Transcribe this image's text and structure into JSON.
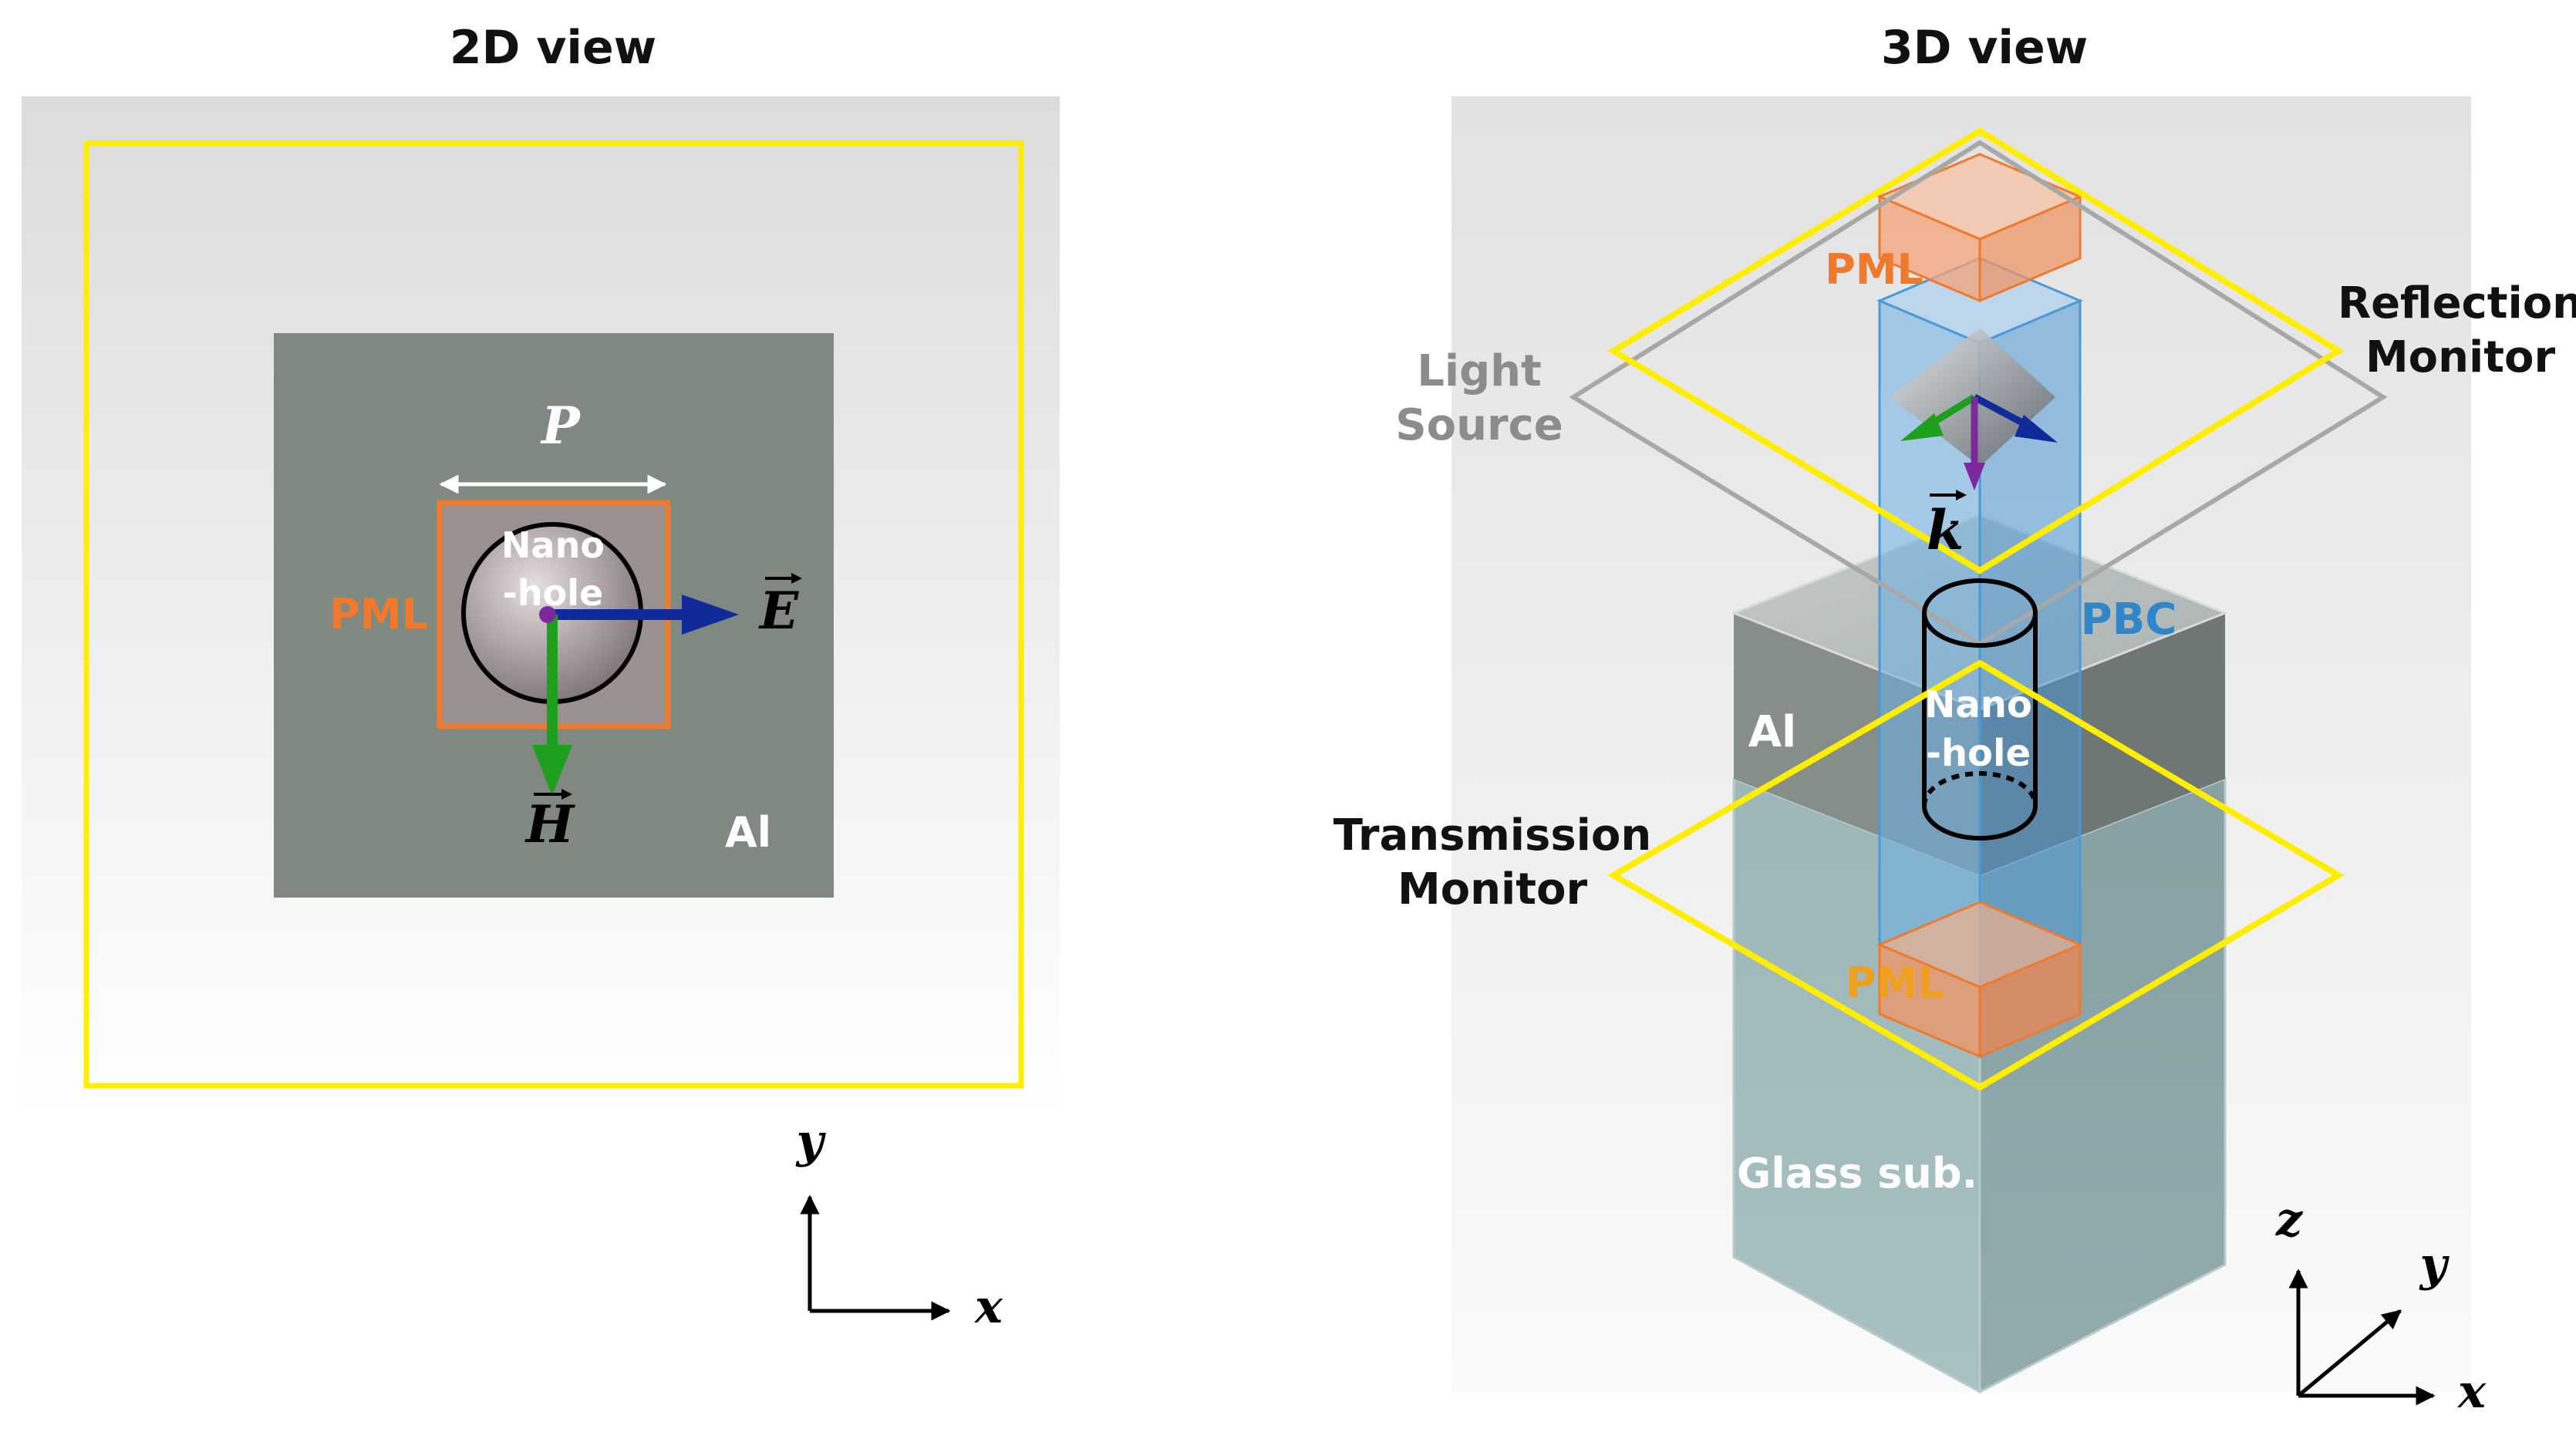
{
  "views": {
    "view_2d": {
      "title": "2D view",
      "period_label": "P",
      "pml_label": "PML",
      "nanohole_line1": "Nano",
      "nanohole_line2": "-hole",
      "e_field_label": "E",
      "h_field_label": "H",
      "material_label": "Al",
      "axis_x": "x",
      "axis_y": "y"
    },
    "view_3d": {
      "title": "3D view",
      "pml_top_label": "PML",
      "pml_bottom_label": "PML",
      "light_source_line1": "Light",
      "light_source_line2": "Source",
      "reflection_line1": "Reflection",
      "reflection_line2": "Monitor",
      "transmission_line1": "Transmission",
      "transmission_line2": "Monitor",
      "k_label": "k",
      "pbc_label": "PBC",
      "material_label": "Al",
      "nanohole_line1": "Nano",
      "nanohole_line2": "-hole",
      "substrate_label": "Glass sub.",
      "axis_x": "x",
      "axis_y": "y",
      "axis_z": "z"
    }
  },
  "colors": {
    "monitor_yellow": "#ffee00",
    "pml_orange": "#f07a2c",
    "pbc_blue": "#2f86c8",
    "light_source_gray": "#a8a8a8",
    "e_field_blue": "#102a9a",
    "h_field_green": "#1ea01e",
    "k_purple": "#7a2a9a",
    "aluminum_gray": "#7f8881",
    "glass_teal": "#9ab4b6"
  }
}
